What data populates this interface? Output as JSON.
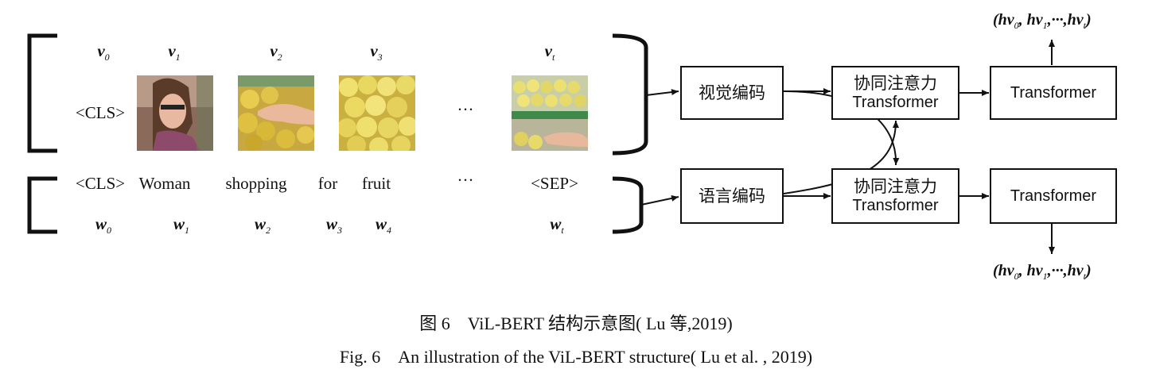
{
  "visual_row": {
    "vars": [
      {
        "base": "v",
        "sub": "0"
      },
      {
        "base": "v",
        "sub": "1"
      },
      {
        "base": "v",
        "sub": "2"
      },
      {
        "base": "v",
        "sub": "3"
      },
      {
        "base": "v",
        "sub": "t"
      }
    ],
    "cls": "<CLS>",
    "ellipsis": "···"
  },
  "text_row": {
    "tokens": [
      "<CLS>",
      "Woman",
      "shopping",
      "for",
      "fruit",
      "···",
      "<SEP>"
    ],
    "vars": [
      {
        "base": "w",
        "sub": "0"
      },
      {
        "base": "w",
        "sub": "1"
      },
      {
        "base": "w",
        "sub": "2"
      },
      {
        "base": "w",
        "sub": "3"
      },
      {
        "base": "w",
        "sub": "4"
      },
      {
        "base": "w",
        "sub": "t"
      }
    ]
  },
  "boxes": {
    "visual_encoder": "视觉编码",
    "language_encoder": "语言编码",
    "coattn_top_line1": "协同注意力",
    "coattn_top_line2": "Transformer",
    "coattn_bottom_line1": "协同注意力",
    "coattn_bottom_line2": "Transformer",
    "transformer_top": "Transformer",
    "transformer_bottom": "Transformer"
  },
  "outputs": {
    "top": {
      "open": "(",
      "h0": "hv",
      "s0": "0",
      "sep1": ", ",
      "h1": "hv",
      "s1": "1",
      "mid": ",···,",
      "ht": "hv",
      "st": "t",
      "close": ")"
    },
    "bottom": {
      "open": "(",
      "h0": "hv",
      "s0": "0",
      "sep1": ", ",
      "h1": "hv",
      "s1": "1",
      "mid": ",···,",
      "ht": "hv",
      "st": "t",
      "close": ")"
    }
  },
  "caption": {
    "zh": "图 6　ViL-BERT 结构示意图( Lu 等,2019)",
    "en": "Fig. 6　An illustration of the ViL-BERT structure( Lu et al. , 2019)"
  }
}
